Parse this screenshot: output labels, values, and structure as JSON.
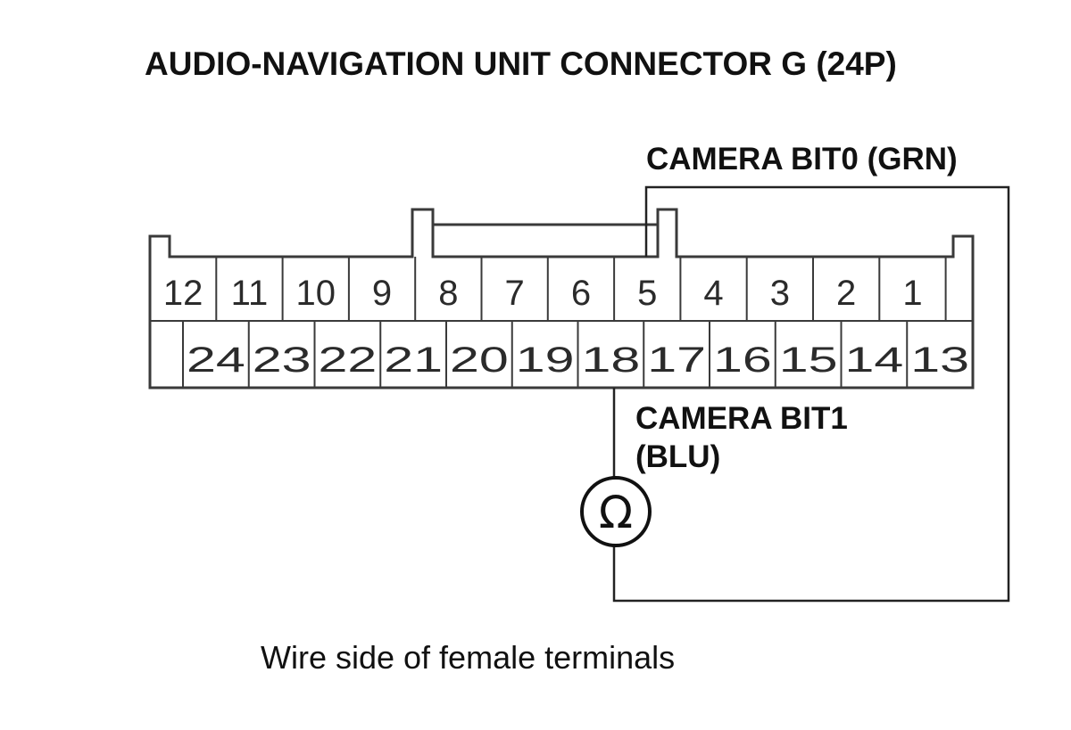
{
  "title": "AUDIO-NAVIGATION UNIT CONNECTOR G (24P)",
  "labels": {
    "bit0": "CAMERA BIT0 (GRN)",
    "bit1_line1": "CAMERA BIT1",
    "bit1_line2": "(BLU)"
  },
  "meter_symbol": "Ω",
  "caption": "Wire side of female terminals",
  "connector": {
    "top_row": [
      "12",
      "11",
      "10",
      "9",
      "8",
      "7",
      "6",
      "5",
      "4",
      "3",
      "2",
      "1"
    ],
    "bottom_row": [
      "24",
      "23",
      "22",
      "21",
      "20",
      "19",
      "18",
      "17",
      "16",
      "15",
      "14",
      "13"
    ]
  }
}
